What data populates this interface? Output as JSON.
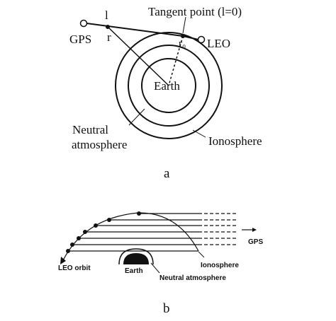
{
  "panel_a": {
    "label_l": "l",
    "label_r": "r",
    "label_gps": "GPS",
    "label_tangent": "Tangent point (l=0)",
    "label_ro": "r₀",
    "label_leo": "LEO",
    "label_earth": "Earth",
    "label_neutral": [
      "Neutral",
      "atmosphere"
    ],
    "label_ionosphere": "Ionosphere",
    "caption": "a"
  },
  "panel_b": {
    "label_gps": "GPS",
    "label_leo_orbit": "LEO orbit",
    "label_ionosphere": "Ionosphere",
    "label_earth": "Earth",
    "label_neutral": "Neutral atmosphere",
    "caption": "b"
  },
  "colors": {
    "ink": "#111111",
    "background": "#ffffff"
  }
}
